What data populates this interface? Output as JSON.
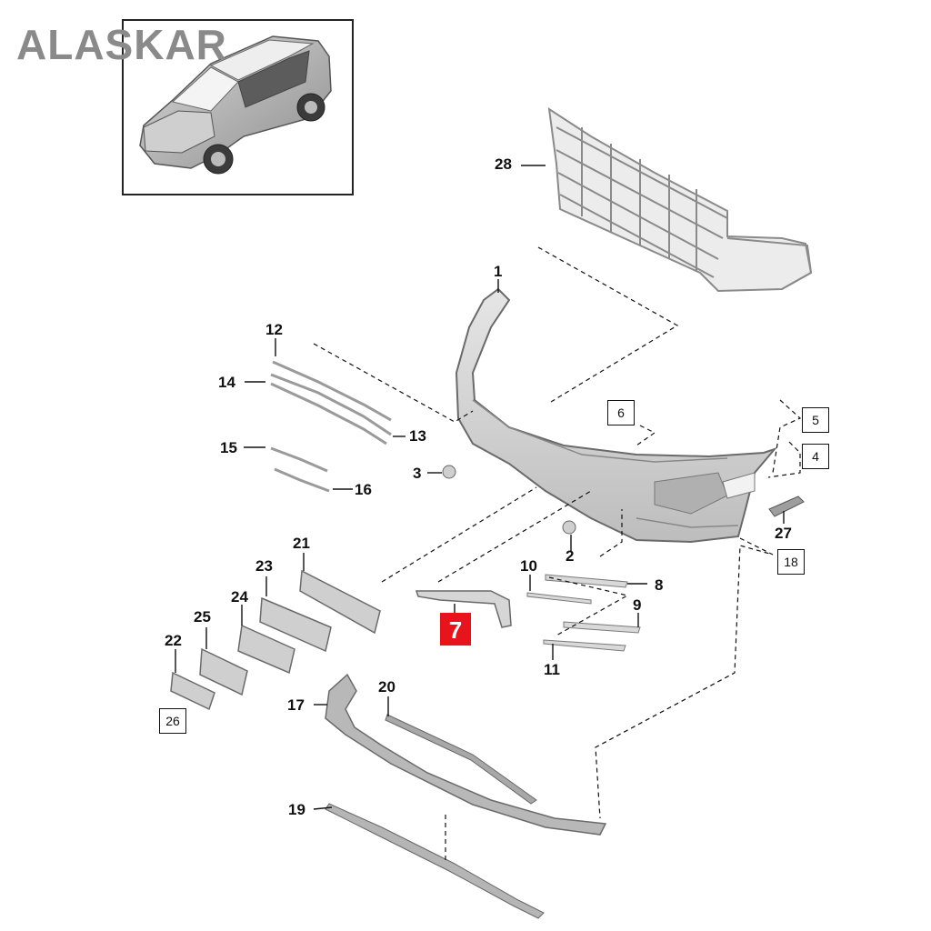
{
  "watermark": "ALASKAR",
  "callouts": {
    "p1": "1",
    "p2": "2",
    "p3": "3",
    "p8": "8",
    "p9": "9",
    "p10": "10",
    "p11": "11",
    "p12": "12",
    "p13": "13",
    "p14": "14",
    "p15": "15",
    "p16": "16",
    "p17": "17",
    "p19": "19",
    "p20": "20",
    "p21": "21",
    "p22": "22",
    "p23": "23",
    "p24": "24",
    "p25": "25",
    "p27": "27",
    "p28": "28"
  },
  "boxed_callouts": {
    "b4": "4",
    "b5": "5",
    "b6": "6",
    "b18": "18",
    "b26": "26"
  },
  "highlighted_callout": "7",
  "colors": {
    "highlight": "#e8141c",
    "part_fill": "#d9d9d9",
    "part_stroke": "#777777",
    "leader": "#111111"
  }
}
